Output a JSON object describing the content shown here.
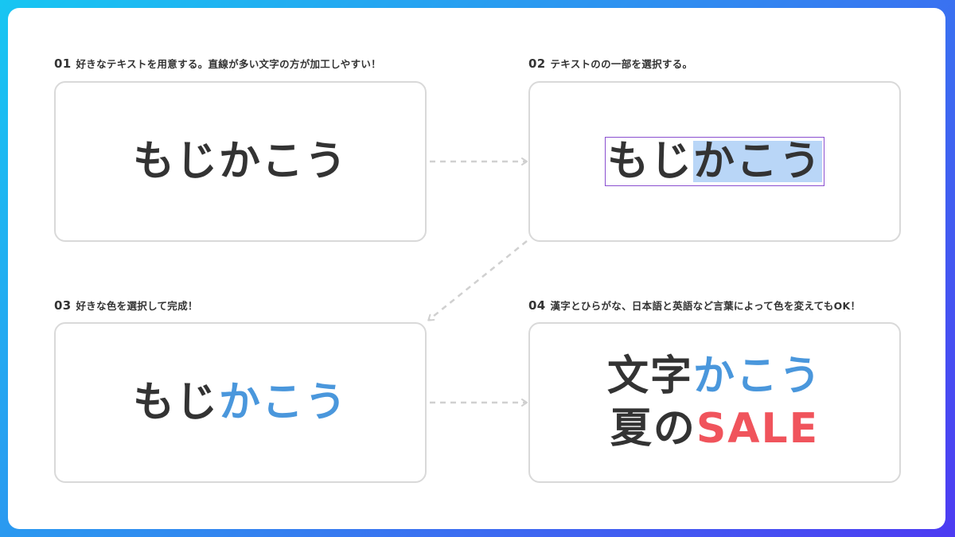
{
  "steps": [
    {
      "number": "01",
      "label": "好きなテキストを用意する。直線が多い文字の方が加工しやすい！",
      "text": "もじかこう"
    },
    {
      "number": "02",
      "label": "テキストのの一部を選択する。",
      "text_plain": "もじ",
      "text_selected": "かこう"
    },
    {
      "number": "03",
      "label": "好きな色を選択して完成！",
      "text_plain": "もじ",
      "text_colored": "かこう"
    },
    {
      "number": "04",
      "label": "漢字とひらがな、日本語と英語など言葉によって色を変えてもOK！",
      "line1_plain": "文字",
      "line1_colored": "かこう",
      "line2_plain": "夏の",
      "line2_colored": "SALE"
    }
  ],
  "colors": {
    "text": "#333333",
    "accent_blue": "#4a97dc",
    "accent_red": "#f0545c",
    "selection_highlight": "#b9d6f7",
    "selection_border": "#8a4fd0",
    "panel_border": "#d9d9d9",
    "arrow": "#d0d0d0"
  }
}
